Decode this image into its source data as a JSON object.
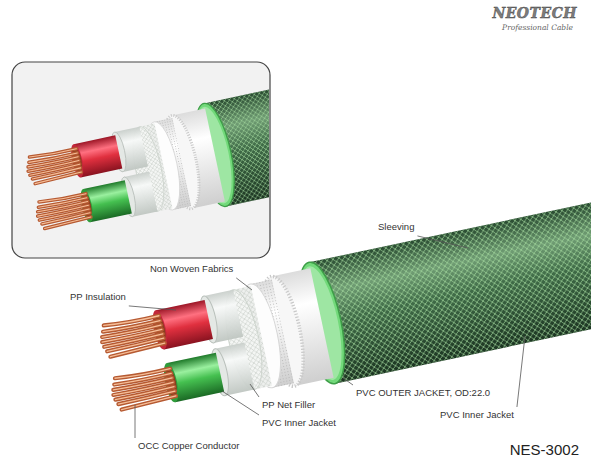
{
  "diagram": {
    "labels": [
      "NEOTECH",
      "Professional Cable",
      "Sleeving",
      "Non Woven Fabrics",
      "PP Insulation",
      "PP Net Filler",
      "PVC OUTER JACKET, OD:22.0",
      "PVC Inner Jacket",
      "PVC Inner Jacket",
      "OCC Copper Conductor",
      "NES-3002"
    ]
  }
}
